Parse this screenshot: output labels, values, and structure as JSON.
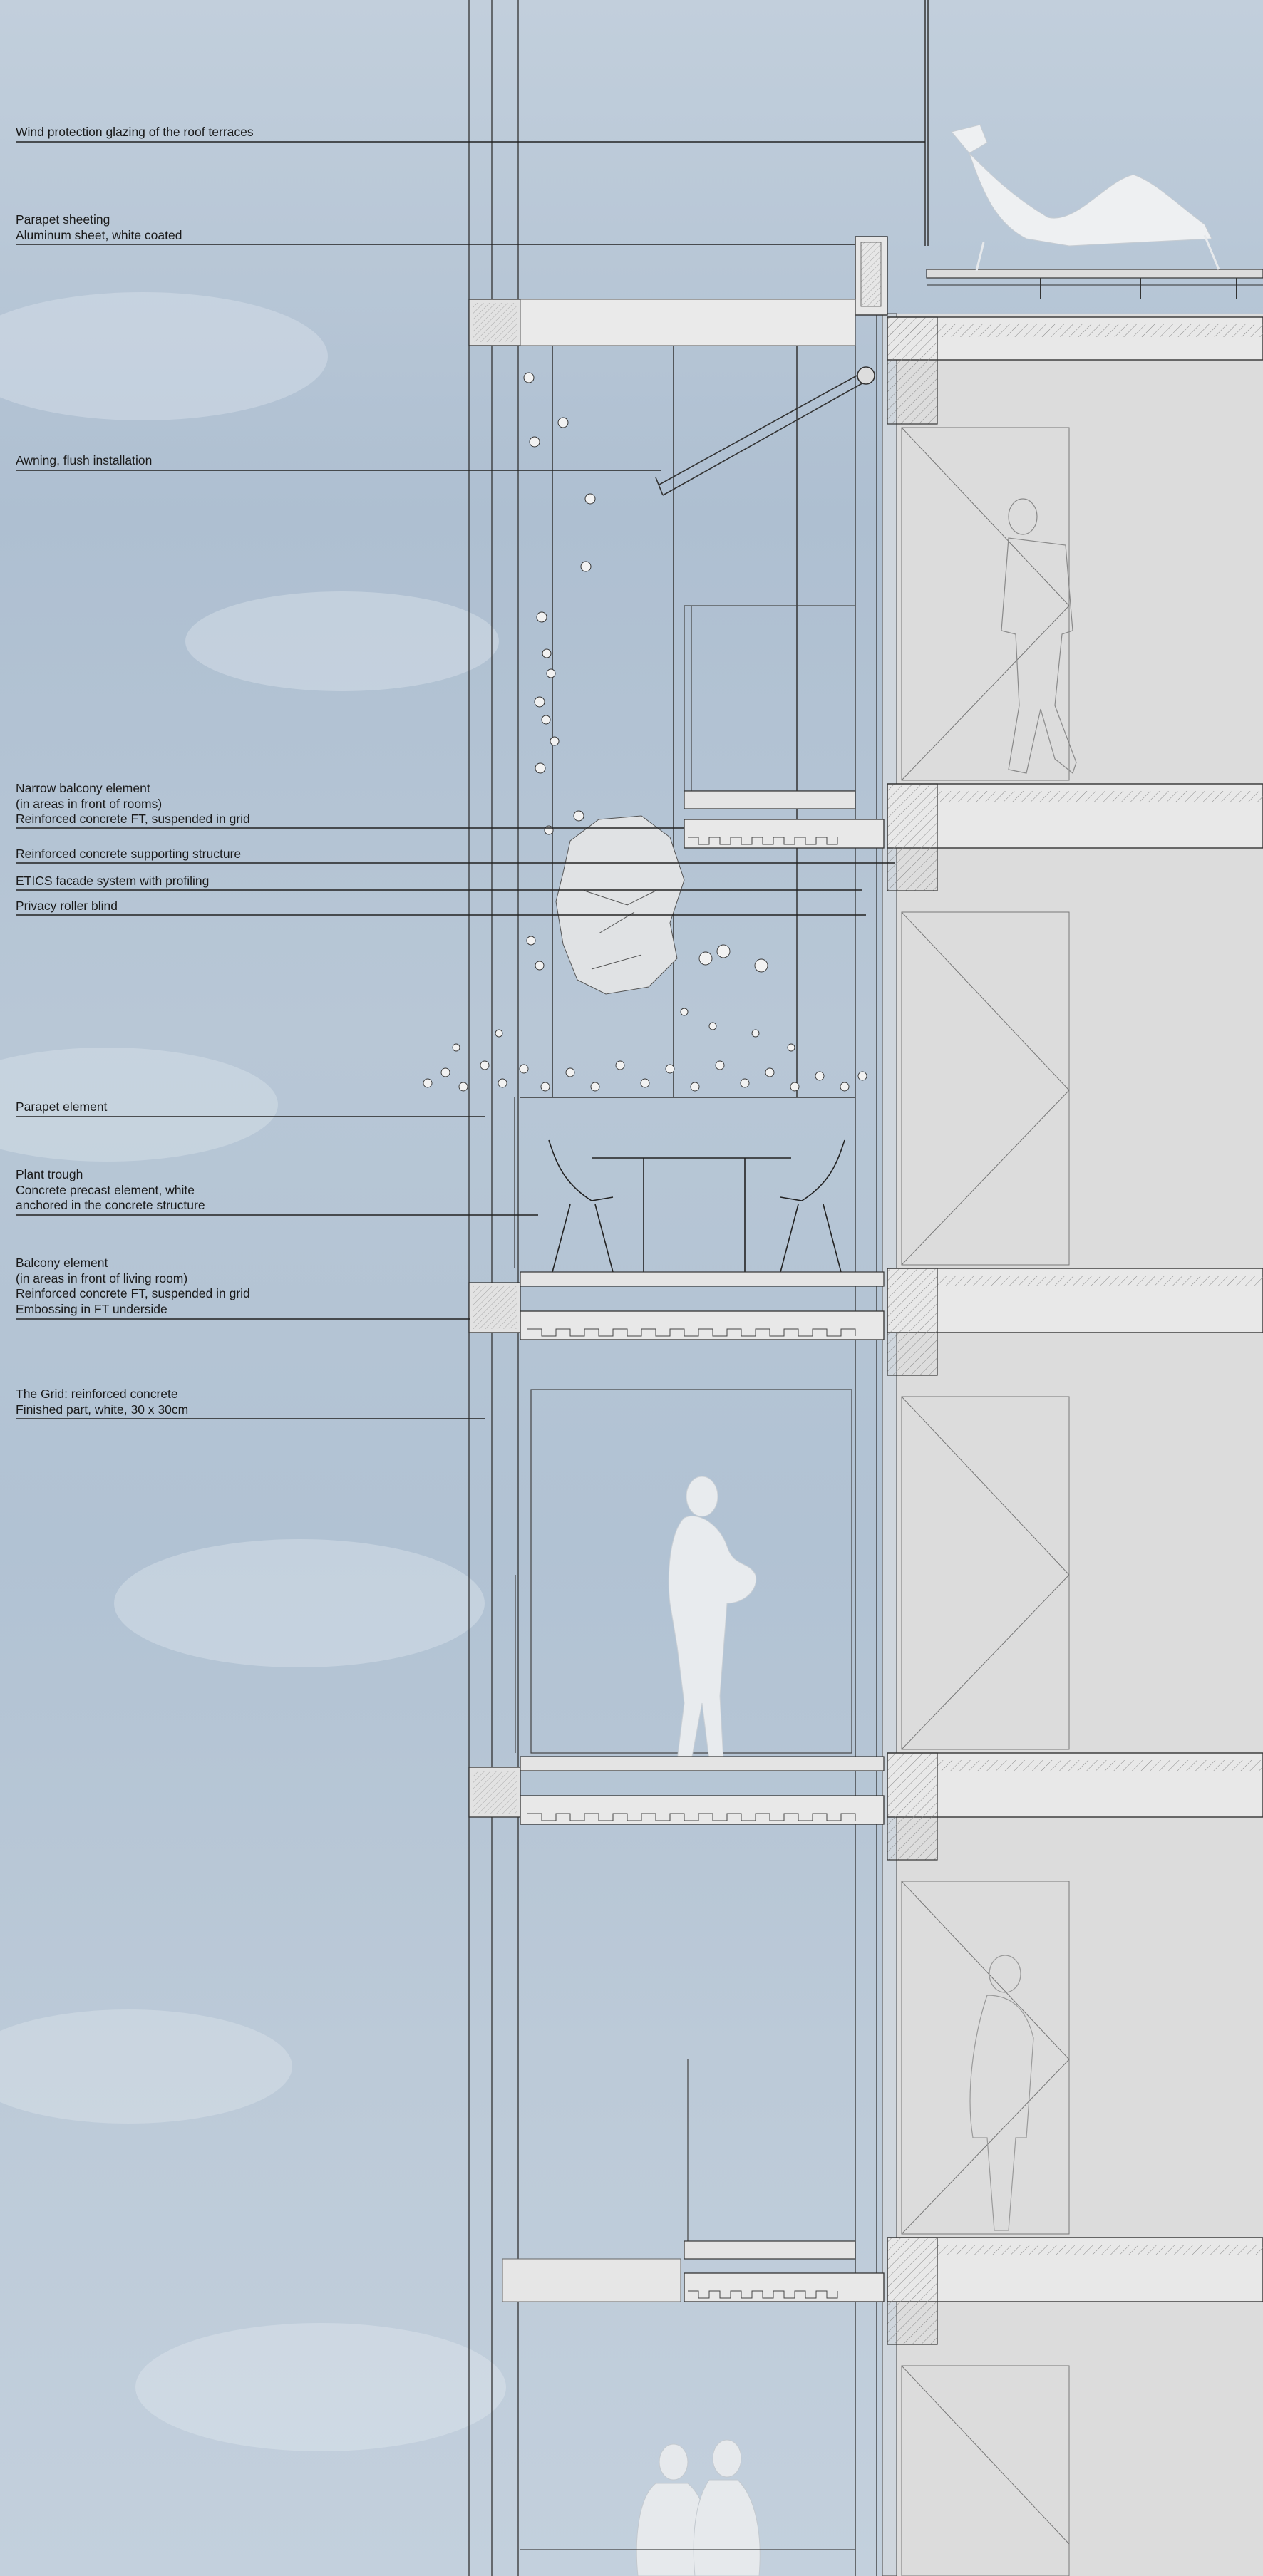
{
  "labels": [
    {
      "id": "wind-protection-glazing",
      "lines": [
        "Wind protection glazing of the roof terraces"
      ]
    },
    {
      "id": "parapet-sheeting",
      "lines": [
        "Parapet sheeting",
        "Aluminum sheet, white coated"
      ]
    },
    {
      "id": "awning",
      "lines": [
        "Awning, flush installation"
      ]
    },
    {
      "id": "narrow-balcony-element",
      "lines": [
        "Narrow balcony element",
        "(in areas in front of rooms)",
        "Reinforced concrete FT, suspended in grid"
      ]
    },
    {
      "id": "reinforced-concrete-supporting-structure",
      "lines": [
        "Reinforced concrete supporting structure"
      ]
    },
    {
      "id": "etics-facade-system",
      "lines": [
        "ETICS facade system with profiling"
      ]
    },
    {
      "id": "privacy-roller-blind",
      "lines": [
        "Privacy roller blind"
      ]
    },
    {
      "id": "parapet-element",
      "lines": [
        "Parapet element"
      ]
    },
    {
      "id": "plant-trough",
      "lines": [
        "Plant trough",
        "Concrete precast element, white",
        "anchored in the concrete structure"
      ]
    },
    {
      "id": "balcony-element",
      "lines": [
        "Balcony element",
        "(in areas in front of living room)",
        "Reinforced concrete FT, suspended in grid",
        "Embossing in FT underside"
      ]
    },
    {
      "id": "the-grid",
      "lines": [
        "The Grid: reinforced concrete",
        "Finished part, white, 30 x 30cm"
      ]
    }
  ],
  "colors": {
    "sky": "#b6c6d6",
    "line": "#222222",
    "concrete": "#e6e6e6",
    "interior": "#dedede",
    "figure": "#e9ecef"
  }
}
